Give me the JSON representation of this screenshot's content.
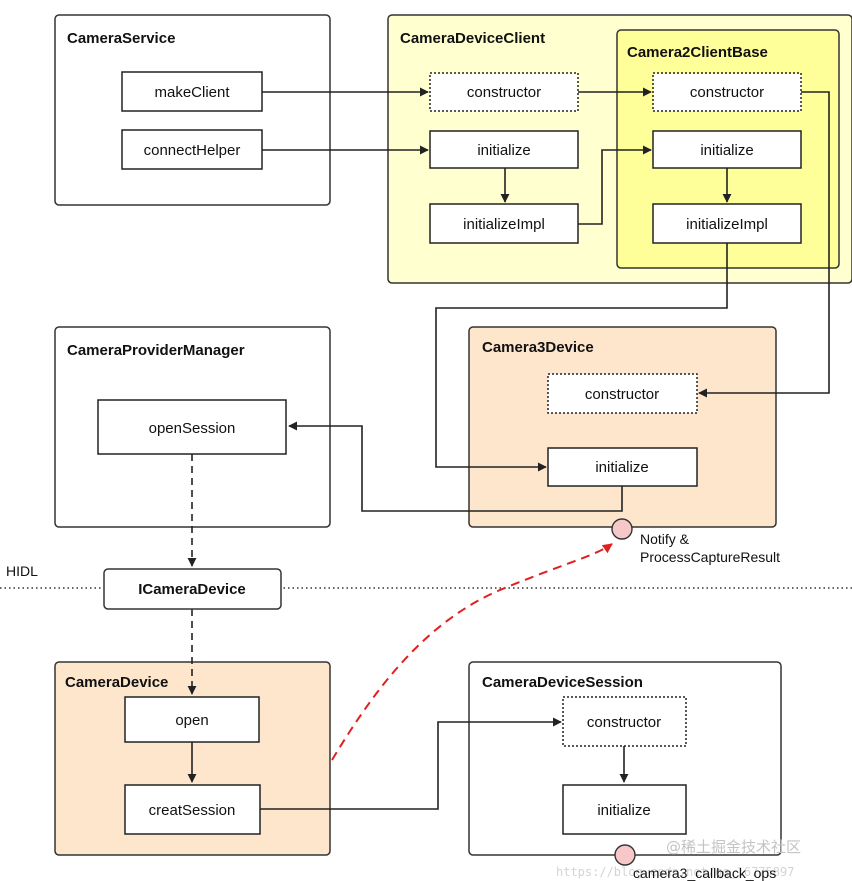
{
  "groups": {
    "camera_service": {
      "title": "CameraService"
    },
    "camera_device_client": {
      "title": "CameraDeviceClient"
    },
    "camera2_client_base": {
      "title": "Camera2ClientBase"
    },
    "camera_provider_manager": {
      "title": "CameraProviderManager"
    },
    "camera3_device": {
      "title": "Camera3Device"
    },
    "camera_device": {
      "title": "CameraDevice"
    },
    "camera_device_session": {
      "title": "CameraDeviceSession"
    }
  },
  "nodes": {
    "make_client": "makeClient",
    "connect_helper": "connectHelper",
    "cdc_constructor": "constructor",
    "cdc_initialize": "initialize",
    "cdc_initialize_impl": "initializeImpl",
    "c2cb_constructor": "constructor",
    "c2cb_initialize": "initialize",
    "c2cb_initialize_impl": "initializeImpl",
    "open_session": "openSession",
    "c3d_constructor": "constructor",
    "c3d_initialize": "initialize",
    "icamera_device": "ICameraDevice",
    "open": "open",
    "creat_session": "creatSession",
    "cds_constructor": "constructor",
    "cds_initialize": "initialize"
  },
  "labels": {
    "hidl": "HIDL",
    "notify_line1": "Notify &",
    "notify_line2": "ProcessCaptureResult",
    "callback_ops": "camera3_callback_ops"
  },
  "watermark": {
    "line1": "@稀土掘金技术社区",
    "line2": "https://blog.csdn.net/qq_16775897"
  },
  "colors": {
    "yellow_light": "#ffffd0",
    "yellow_strong": "#ffff99",
    "peach": "#fde6cc",
    "red_dashed": "#e02020",
    "connector_pink": "#f8c8c8"
  }
}
